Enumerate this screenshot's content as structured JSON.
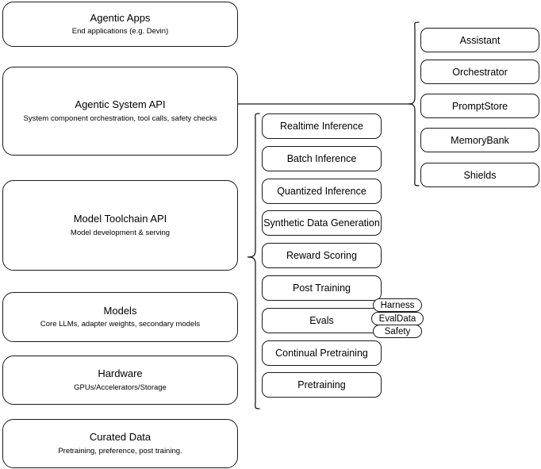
{
  "diagram": {
    "title": "Agentic stack layered architecture",
    "stroke_color": "#1a1a1a",
    "background_color": "#ffffff"
  },
  "layers": [
    {
      "title": "Agentic Apps",
      "subtitle": "End applications (e.g. Devin)"
    },
    {
      "title": "Agentic System API",
      "subtitle": "System component orchestration, tool calls, safety checks"
    },
    {
      "title": "Model Toolchain API",
      "subtitle": "Model development & serving"
    },
    {
      "title": "Models",
      "subtitle": "Core LLMs, adapter weights, secondary models"
    },
    {
      "title": "Hardware",
      "subtitle": "GPUs/Accelerators/Storage"
    },
    {
      "title": "Curated Data",
      "subtitle": "Pretraining, preference, post training."
    }
  ],
  "agentic_components": [
    {
      "label": "Assistant"
    },
    {
      "label": "Orchestrator"
    },
    {
      "label": "PromptStore"
    },
    {
      "label": "MemoryBank"
    },
    {
      "label": "Shields"
    }
  ],
  "toolchain_components": [
    {
      "label": "Realtime Inference"
    },
    {
      "label": "Batch Inference"
    },
    {
      "label": "Quantized Inference"
    },
    {
      "label": "Synthetic Data Generation"
    },
    {
      "label": "Reward Scoring"
    },
    {
      "label": "Post Training"
    },
    {
      "label": "Evals"
    },
    {
      "label": "Continual Pretraining"
    },
    {
      "label": "Pretraining"
    }
  ],
  "eval_pills": [
    {
      "label": "Harness"
    },
    {
      "label": "EvalData"
    },
    {
      "label": "Safety"
    }
  ]
}
